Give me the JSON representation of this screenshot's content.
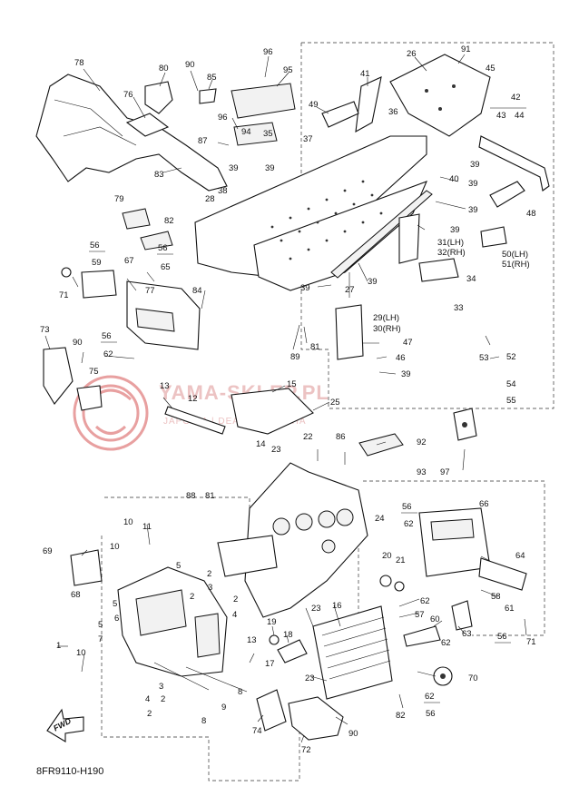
{
  "watermark": {
    "brand": "YAMA-SKLEP.PL",
    "subtitle": "JAPONIA | DEALER YAMAHA",
    "color": "#e8a0a0"
  },
  "diagram": {
    "code": "8FR9110-H190",
    "forward_label": "FWD"
  },
  "callouts": [
    {
      "id": "c78",
      "text": "78"
    },
    {
      "id": "c80",
      "text": "80"
    },
    {
      "id": "c90a",
      "text": "90"
    },
    {
      "id": "c85",
      "text": "85"
    },
    {
      "id": "c96a",
      "text": "96"
    },
    {
      "id": "c95",
      "text": "95"
    },
    {
      "id": "c91",
      "text": "91"
    },
    {
      "id": "c26",
      "text": "26"
    },
    {
      "id": "c45",
      "text": "45"
    },
    {
      "id": "c76",
      "text": "76"
    },
    {
      "id": "c41",
      "text": "41"
    },
    {
      "id": "c49",
      "text": "49"
    },
    {
      "id": "c96b",
      "text": "96"
    },
    {
      "id": "c94",
      "text": "94"
    },
    {
      "id": "c87",
      "text": "87"
    },
    {
      "id": "c35",
      "text": "35"
    },
    {
      "id": "c37",
      "text": "37"
    },
    {
      "id": "c36",
      "text": "36"
    },
    {
      "id": "c42",
      "text": "42"
    },
    {
      "id": "c43",
      "text": "43"
    },
    {
      "id": "c44",
      "text": "44"
    },
    {
      "id": "c39a",
      "text": "39"
    },
    {
      "id": "c39b",
      "text": "39"
    },
    {
      "id": "c83",
      "text": "83"
    },
    {
      "id": "c38",
      "text": "38"
    },
    {
      "id": "c39c",
      "text": "39"
    },
    {
      "id": "c40",
      "text": "40"
    },
    {
      "id": "c39d",
      "text": "39"
    },
    {
      "id": "c79",
      "text": "79"
    },
    {
      "id": "c28",
      "text": "28"
    },
    {
      "id": "c82a",
      "text": "82"
    },
    {
      "id": "c48",
      "text": "48"
    },
    {
      "id": "c39e",
      "text": "39"
    },
    {
      "id": "c39f",
      "text": "39"
    },
    {
      "id": "c56a",
      "text": "56"
    },
    {
      "id": "c59",
      "text": "59"
    },
    {
      "id": "c56b",
      "text": "56"
    },
    {
      "id": "c65",
      "text": "65"
    },
    {
      "id": "c31",
      "text": "31(LH)"
    },
    {
      "id": "c32",
      "text": "32(RH)"
    },
    {
      "id": "c50",
      "text": "50(LH)"
    },
    {
      "id": "c51",
      "text": "51(RH)"
    },
    {
      "id": "c67",
      "text": "67"
    },
    {
      "id": "c71a",
      "text": "71"
    },
    {
      "id": "c77",
      "text": "77"
    },
    {
      "id": "c84",
      "text": "84"
    },
    {
      "id": "c39g",
      "text": "39"
    },
    {
      "id": "c27",
      "text": "27"
    },
    {
      "id": "c39h",
      "text": "39"
    },
    {
      "id": "c34",
      "text": "34"
    },
    {
      "id": "c33",
      "text": "33"
    },
    {
      "id": "c29",
      "text": "29(LH)"
    },
    {
      "id": "c30",
      "text": "30(RH)"
    },
    {
      "id": "c73",
      "text": "73"
    },
    {
      "id": "c90b",
      "text": "90"
    },
    {
      "id": "c56c",
      "text": "56"
    },
    {
      "id": "c62a",
      "text": "62"
    },
    {
      "id": "c89",
      "text": "89"
    },
    {
      "id": "c81a",
      "text": "81"
    },
    {
      "id": "c47",
      "text": "47"
    },
    {
      "id": "c46",
      "text": "46"
    },
    {
      "id": "c39i",
      "text": "39"
    },
    {
      "id": "c53",
      "text": "53"
    },
    {
      "id": "c52",
      "text": "52"
    },
    {
      "id": "c54",
      "text": "54"
    },
    {
      "id": "c55",
      "text": "55"
    },
    {
      "id": "c75",
      "text": "75"
    },
    {
      "id": "c13a",
      "text": "13"
    },
    {
      "id": "c15",
      "text": "15"
    },
    {
      "id": "c12",
      "text": "12"
    },
    {
      "id": "c25",
      "text": "25"
    },
    {
      "id": "c22",
      "text": "22"
    },
    {
      "id": "c86",
      "text": "86"
    },
    {
      "id": "c92",
      "text": "92"
    },
    {
      "id": "c14",
      "text": "14"
    },
    {
      "id": "c23a",
      "text": "23"
    },
    {
      "id": "c93",
      "text": "93"
    },
    {
      "id": "c97",
      "text": "97"
    },
    {
      "id": "c88",
      "text": "88"
    },
    {
      "id": "c81b",
      "text": "81"
    },
    {
      "id": "c66",
      "text": "66"
    },
    {
      "id": "c56d",
      "text": "56"
    },
    {
      "id": "c62b",
      "text": "62"
    },
    {
      "id": "c24",
      "text": "24"
    },
    {
      "id": "c10a",
      "text": "10"
    },
    {
      "id": "c11",
      "text": "11"
    },
    {
      "id": "c69",
      "text": "69"
    },
    {
      "id": "c10b",
      "text": "10"
    },
    {
      "id": "c64",
      "text": "64"
    },
    {
      "id": "c20",
      "text": "20"
    },
    {
      "id": "c21",
      "text": "21"
    },
    {
      "id": "c68",
      "text": "68"
    },
    {
      "id": "c5a",
      "text": "5"
    },
    {
      "id": "c2a",
      "text": "2"
    },
    {
      "id": "c3a",
      "text": "3"
    },
    {
      "id": "c2b",
      "text": "2"
    },
    {
      "id": "c4a",
      "text": "4"
    },
    {
      "id": "c58",
      "text": "58"
    },
    {
      "id": "c61",
      "text": "61"
    },
    {
      "id": "c62c",
      "text": "62"
    },
    {
      "id": "c57",
      "text": "57"
    },
    {
      "id": "c5b",
      "text": "5"
    },
    {
      "id": "c6",
      "text": "6"
    },
    {
      "id": "c2c",
      "text": "2"
    },
    {
      "id": "c23b",
      "text": "23"
    },
    {
      "id": "c16",
      "text": "16"
    },
    {
      "id": "c60",
      "text": "60"
    },
    {
      "id": "c63",
      "text": "63"
    },
    {
      "id": "c71b",
      "text": "71"
    },
    {
      "id": "c5c",
      "text": "5"
    },
    {
      "id": "c7",
      "text": "7"
    },
    {
      "id": "c19",
      "text": "19"
    },
    {
      "id": "c18",
      "text": "18"
    },
    {
      "id": "c56e",
      "text": "56"
    },
    {
      "id": "c1",
      "text": "1"
    },
    {
      "id": "c13b",
      "text": "13"
    },
    {
      "id": "c62d",
      "text": "62"
    },
    {
      "id": "c10c",
      "text": "10"
    },
    {
      "id": "c17",
      "text": "17"
    },
    {
      "id": "c23c",
      "text": "23"
    },
    {
      "id": "c70",
      "text": "70"
    },
    {
      "id": "c3b",
      "text": "3"
    },
    {
      "id": "c4b",
      "text": "4"
    },
    {
      "id": "c2d",
      "text": "2"
    },
    {
      "id": "c8a",
      "text": "8"
    },
    {
      "id": "c9",
      "text": "9"
    },
    {
      "id": "c62e",
      "text": "62"
    },
    {
      "id": "c56f",
      "text": "56"
    },
    {
      "id": "c2e",
      "text": "2"
    },
    {
      "id": "c82b",
      "text": "82"
    },
    {
      "id": "c74",
      "text": "74"
    },
    {
      "id": "c90c",
      "text": "90"
    },
    {
      "id": "c8b",
      "text": "8"
    },
    {
      "id": "c72",
      "text": "72"
    }
  ]
}
